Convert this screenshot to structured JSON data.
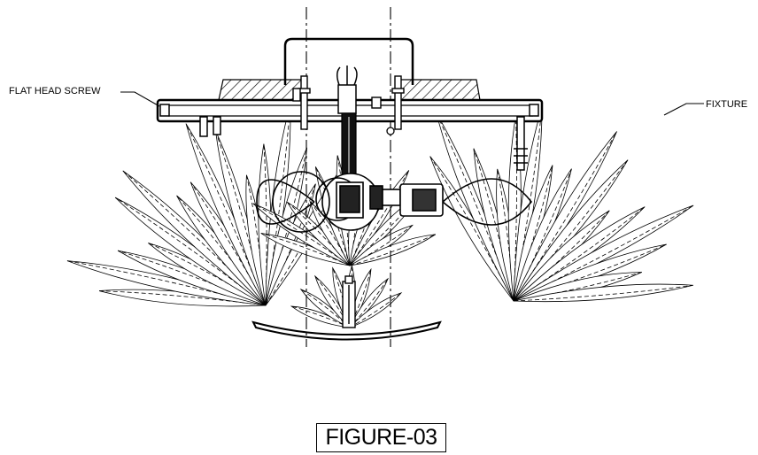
{
  "labels": {
    "flat_head_screw": "FLAT HEAD SCREW",
    "fixture": "FIXTURE"
  },
  "figure_label": "FIGURE-03",
  "colors": {
    "line": "#000000",
    "background": "#ffffff"
  }
}
